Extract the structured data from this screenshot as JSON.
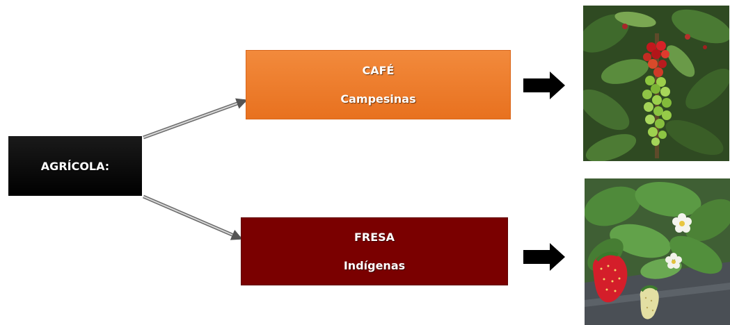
{
  "root": {
    "label": "AGRÍCOLA:"
  },
  "branches": [
    {
      "crop": "CAFÉ",
      "group": "Campesinas",
      "color": "#ED7D31"
    },
    {
      "crop": "FRESA",
      "group": "Indígenas",
      "color": "#7A0000"
    }
  ],
  "images": [
    {
      "icon": "coffee-plant-photo"
    },
    {
      "icon": "strawberry-plant-photo"
    }
  ]
}
